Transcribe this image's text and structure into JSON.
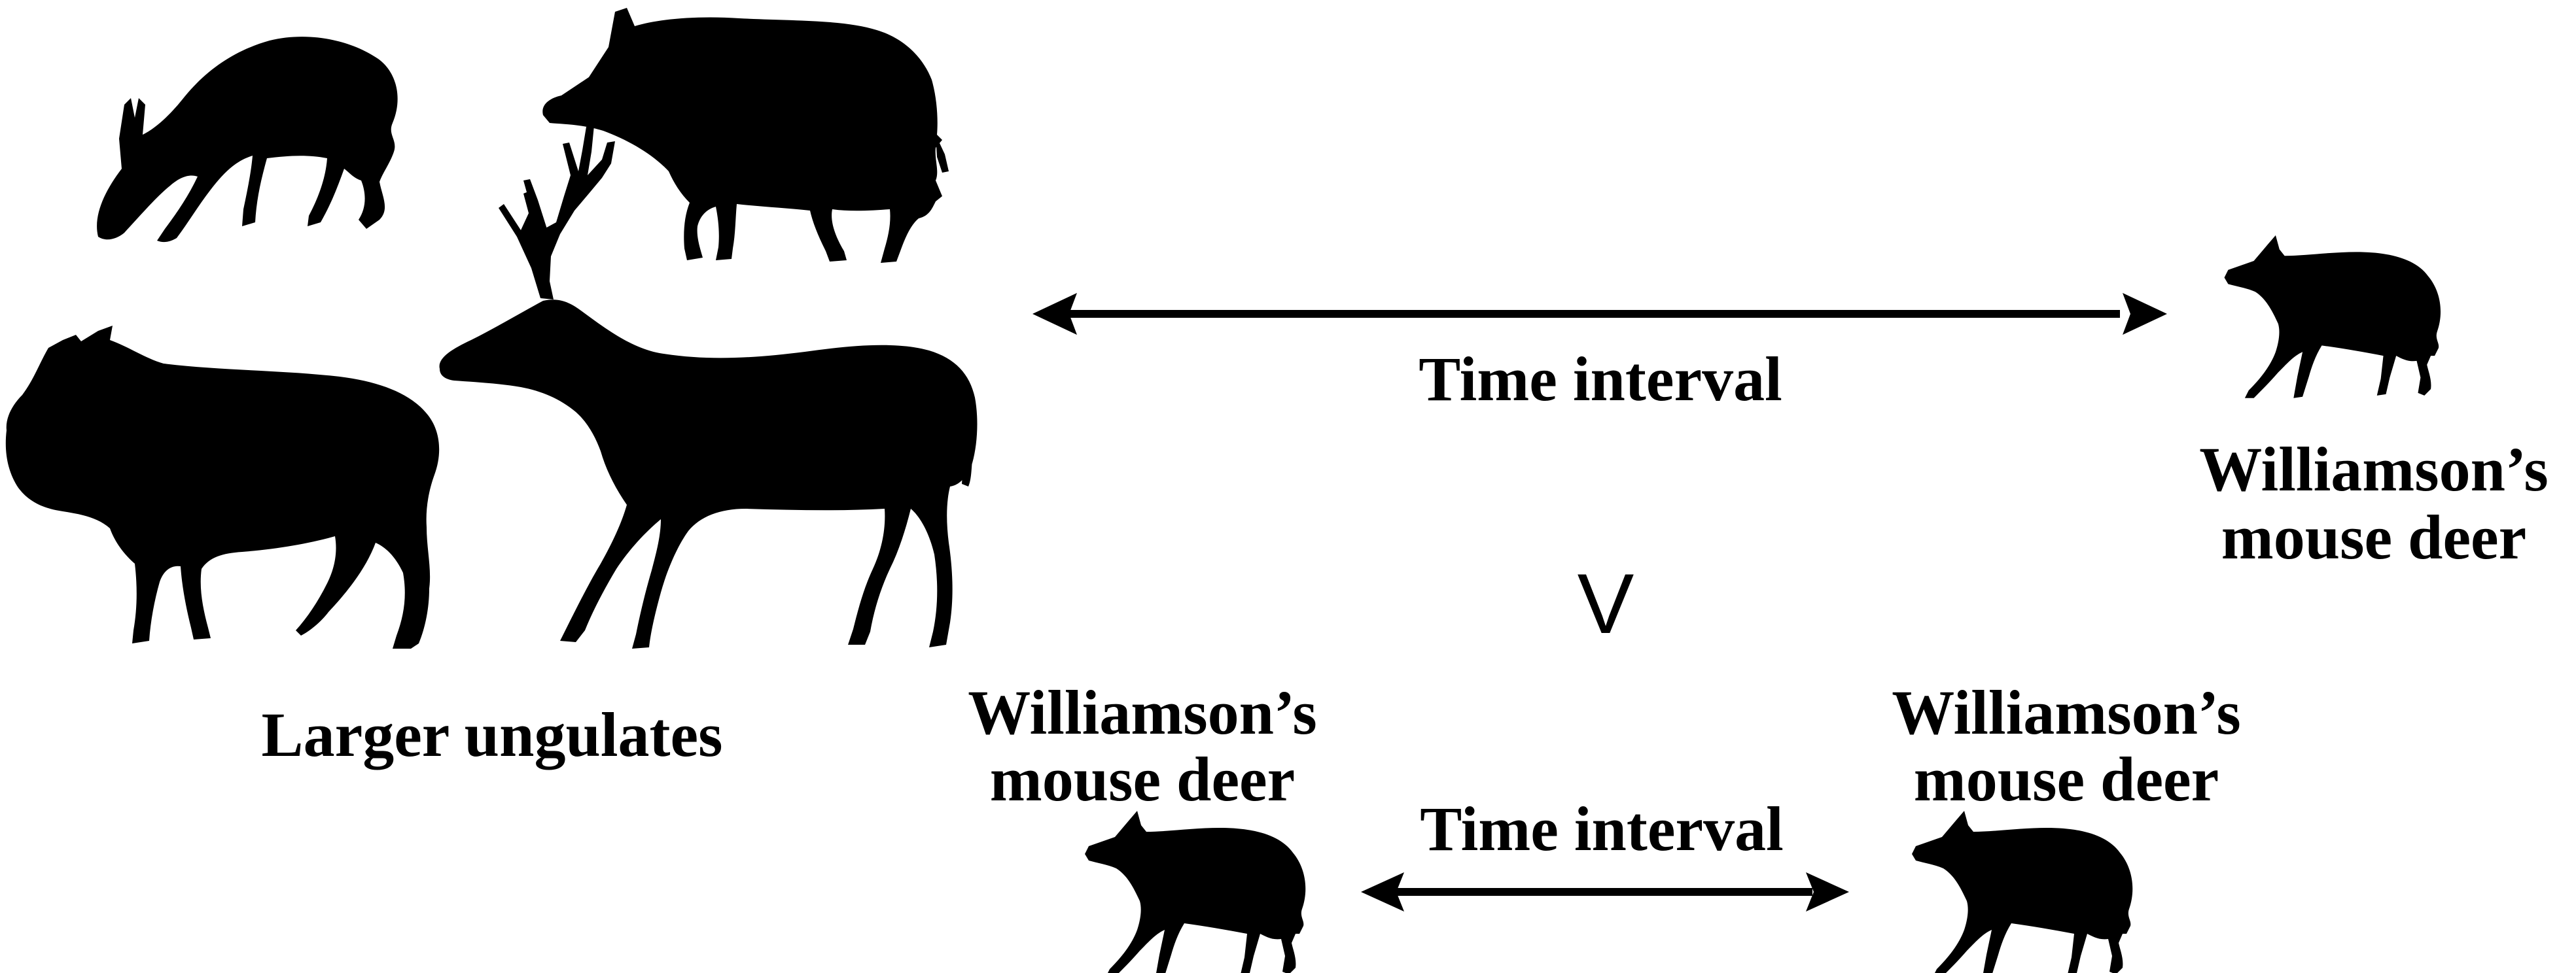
{
  "colors": {
    "foreground": "#000000",
    "background": "#ffffff"
  },
  "labels": {
    "larger_ungulates": "Larger ungulates",
    "time_interval_top": "Time interval",
    "time_interval_bottom": "Time interval",
    "comparison_symbol": "V",
    "mouse_deer_right": [
      "Williamson’s",
      "mouse deer"
    ],
    "mouse_deer_bottom_left": [
      "Williamson’s",
      "mouse deer"
    ],
    "mouse_deer_bottom_right": [
      "Williamson’s",
      "mouse deer"
    ]
  },
  "icons": {
    "larger_ungulates_group": [
      "muntjac-silhouette-icon",
      "wild-boar-silhouette-icon",
      "serow-silhouette-icon",
      "sambar-deer-silhouette-icon"
    ],
    "mouse_deer": "mouse-deer-silhouette-icon",
    "arrows": "double-headed-arrow-icon"
  }
}
